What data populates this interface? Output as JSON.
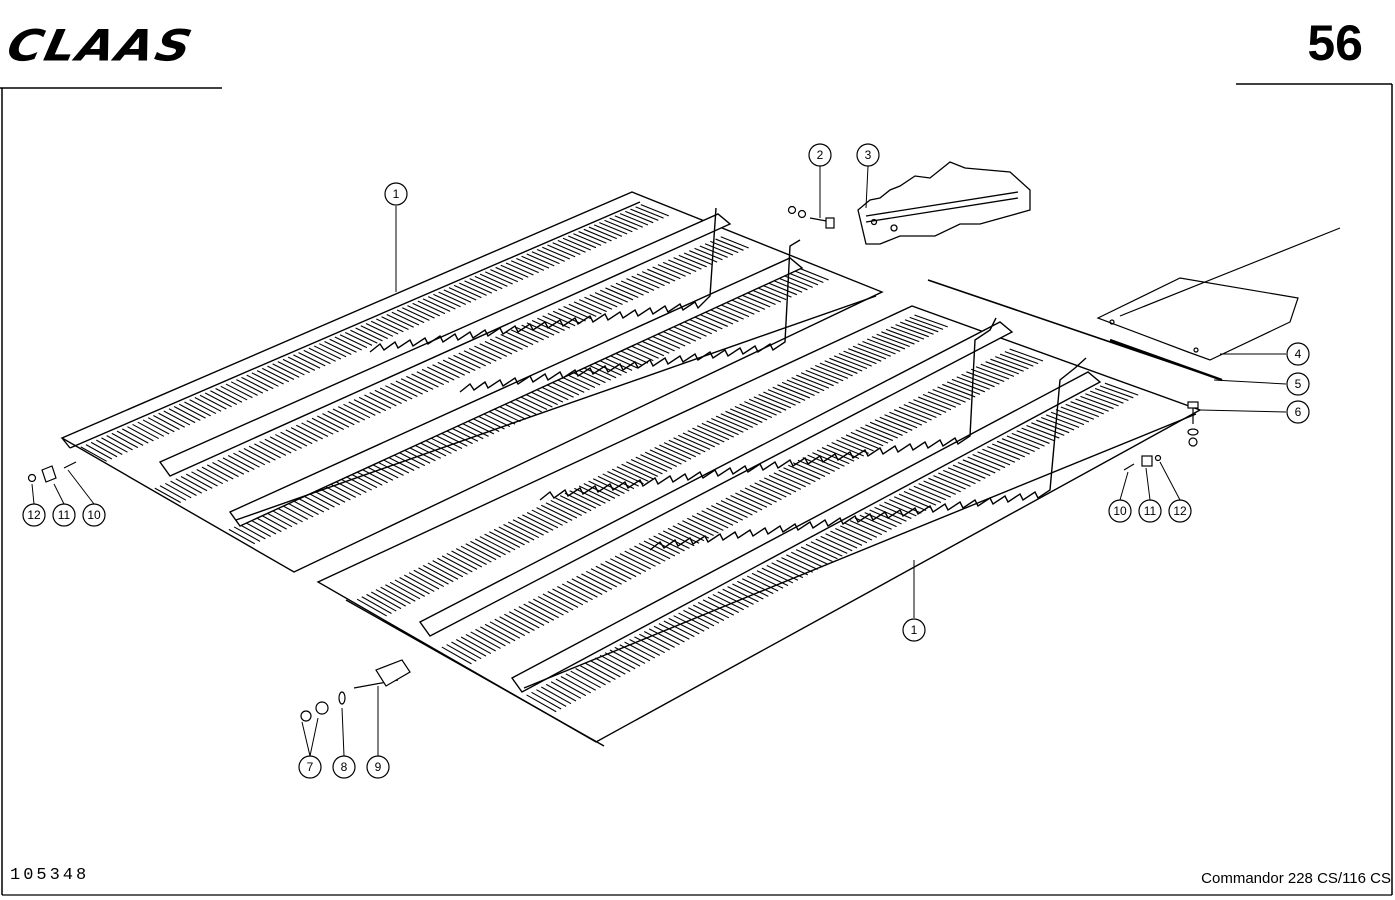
{
  "header": {
    "brand": "CLAAS",
    "page_number": "56"
  },
  "footer": {
    "drawing_id": "105348",
    "model": "Commandor 228 CS/116 CS"
  },
  "callouts": [
    "1",
    "2",
    "3",
    "4",
    "5",
    "6",
    "7",
    "8",
    "9",
    "10",
    "11",
    "12"
  ]
}
